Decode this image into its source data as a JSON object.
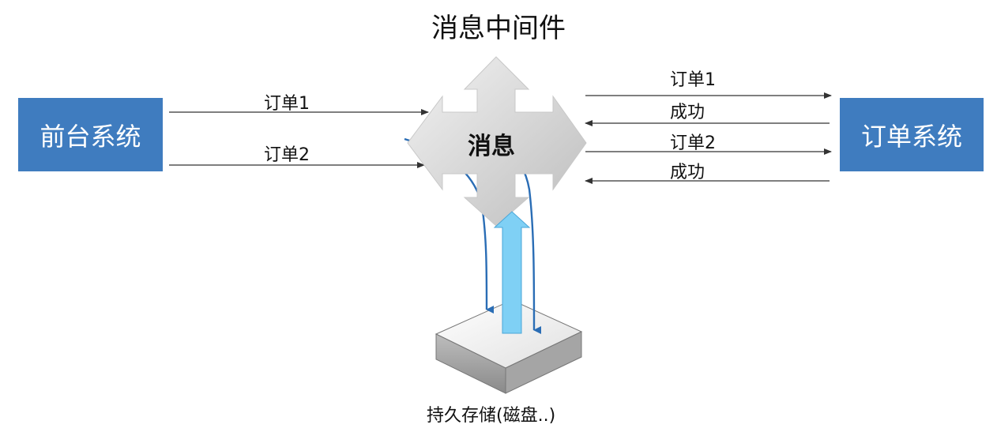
{
  "title": "消息中间件",
  "front_system": {
    "label": "前台系统"
  },
  "order_system": {
    "label": "订单系统"
  },
  "middleware": {
    "center_label": "消息"
  },
  "left_flows": [
    {
      "label": "订单1"
    },
    {
      "label": "订单2"
    }
  ],
  "right_flows": [
    {
      "label": "订单1",
      "direction": "to-order-system"
    },
    {
      "label": "成功",
      "direction": "to-middleware"
    },
    {
      "label": "订单2",
      "direction": "to-order-system"
    },
    {
      "label": "成功",
      "direction": "to-middleware"
    }
  ],
  "storage": {
    "label": "持久存储(磁盘..)"
  },
  "colors": {
    "system_box": "#3f7cbf",
    "storage_arrow": "#7fd0f5",
    "storage_link": "#2a6db5",
    "flow_line": "#333333"
  }
}
